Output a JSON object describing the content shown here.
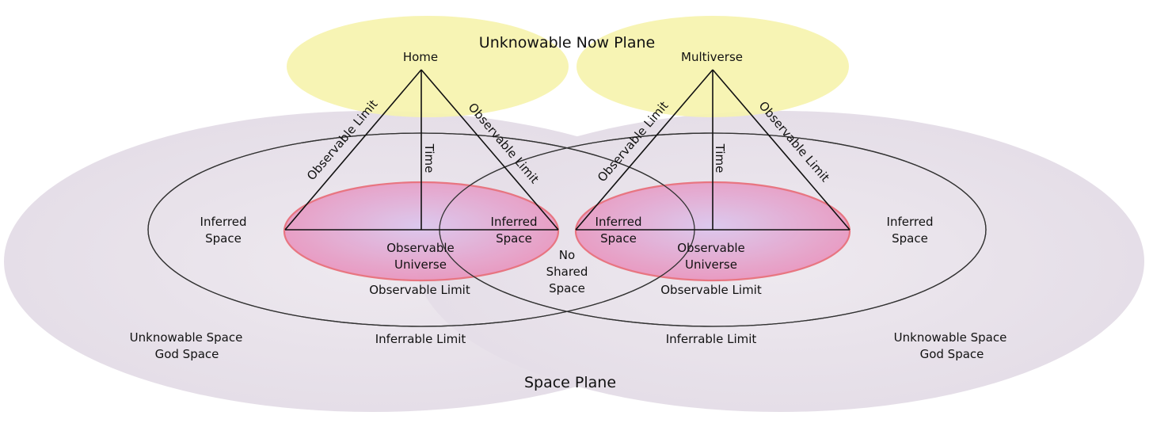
{
  "titles": {
    "unknowable_now_plane": "Unknowable Now Plane",
    "space_plane": "Space Plane"
  },
  "left": {
    "apex": "Home",
    "edge_left": "Observable Limit",
    "edge_right": "Observable Limit",
    "time": "Time",
    "inferred_outer": [
      "Inferred",
      "Space"
    ],
    "inferred_inner": [
      "Inferred",
      "Space"
    ],
    "observable_universe": [
      "Observable",
      "Universe"
    ],
    "observable_limit": "Observable Limit",
    "inferrable_limit": "Inferrable Limit",
    "unknowable": [
      "Unknowable Space",
      "God Space"
    ]
  },
  "right": {
    "apex": "Multiverse",
    "edge_left": "Observable Limit",
    "edge_right": "Observable Limit",
    "time": "Time",
    "inferred_inner": [
      "Inferred",
      "Space"
    ],
    "inferred_outer": [
      "Inferred",
      "Space"
    ],
    "observable_universe": [
      "Observable",
      "Universe"
    ],
    "observable_limit": "Observable Limit",
    "inferrable_limit": "Inferrable Limit",
    "unknowable": [
      "Unknowable Space",
      "God Space"
    ]
  },
  "center": {
    "no_shared": [
      "No",
      "Shared",
      "Space"
    ]
  },
  "colors": {
    "space_plane_fill": "#ebe6ed",
    "now_plane_fill": "#f5f2a8",
    "observable_fill": "#e8a2c6",
    "observable_stroke": "#e8707c",
    "line": "#111111"
  }
}
